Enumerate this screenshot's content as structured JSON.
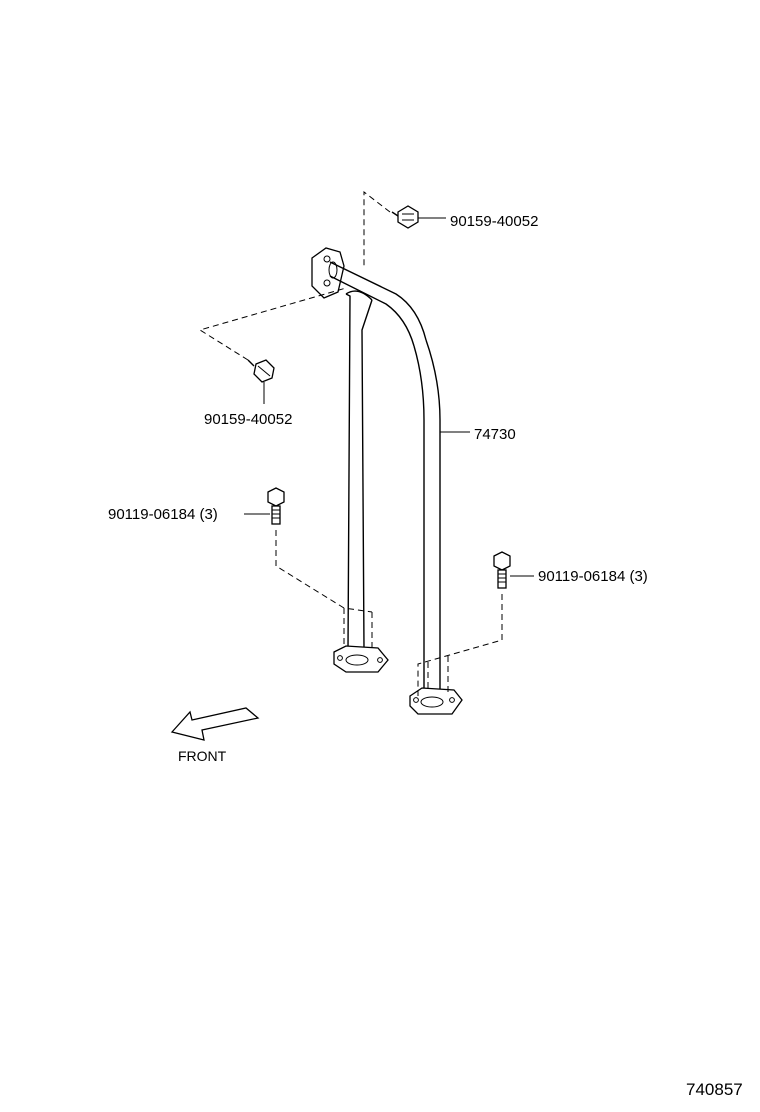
{
  "labels": {
    "bolt_top": "90159-40052",
    "bolt_left": "90159-40052",
    "bar": "74730",
    "bolt_lower_left": "90119-06184 (3)",
    "bolt_lower_right": "90119-06184 (3)",
    "front": "FRONT",
    "diagram_id": "740857"
  }
}
